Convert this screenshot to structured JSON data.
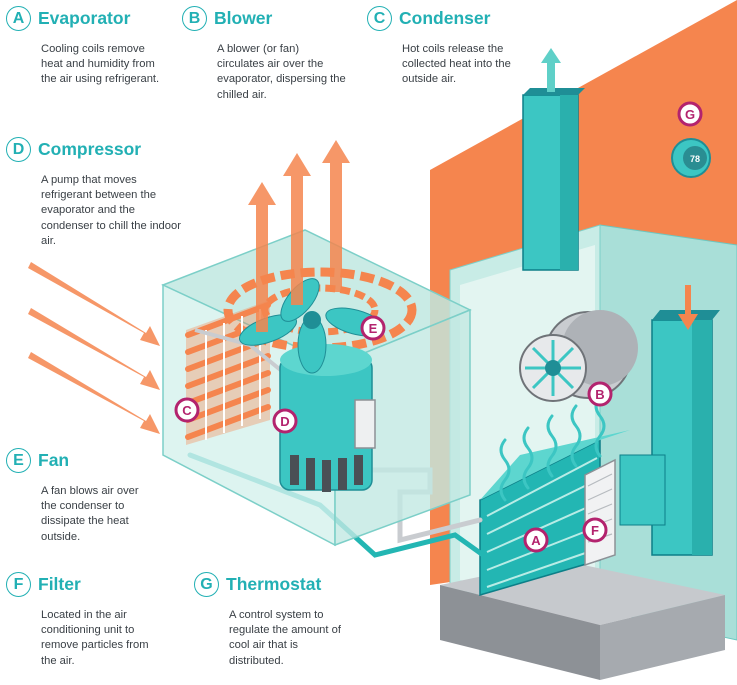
{
  "colors": {
    "accent": "#22b0b4",
    "teal": "#3cc6c3",
    "orange": "#f5854e",
    "magenta": "#b3236e",
    "text": "#3a4046"
  },
  "legend": [
    {
      "letter": "A",
      "title": "Evaporator",
      "desc": "Cooling coils remove heat and humidity from the air using refrigerant."
    },
    {
      "letter": "B",
      "title": "Blower",
      "desc": "A blower (or fan) circulates air over the evaporator, dispersing the chilled air."
    },
    {
      "letter": "C",
      "title": "Condenser",
      "desc": "Hot coils release the collected heat into the outside air."
    },
    {
      "letter": "D",
      "title": "Compressor",
      "desc": "A pump that moves refrigerant between the evaporator and the condenser to chill the indoor air."
    },
    {
      "letter": "E",
      "title": "Fan",
      "desc": "A fan blows air over the condenser to dissipate the heat outside."
    },
    {
      "letter": "F",
      "title": "Filter",
      "desc": "Located in the air conditioning unit to remove particles from the air."
    },
    {
      "letter": "G",
      "title": "Thermostat",
      "desc": "A control system to regulate the amount of cool air that is distributed."
    }
  ],
  "markers": [
    "A",
    "B",
    "C",
    "D",
    "E",
    "F",
    "G"
  ],
  "thermostat": {
    "reading": "78"
  }
}
